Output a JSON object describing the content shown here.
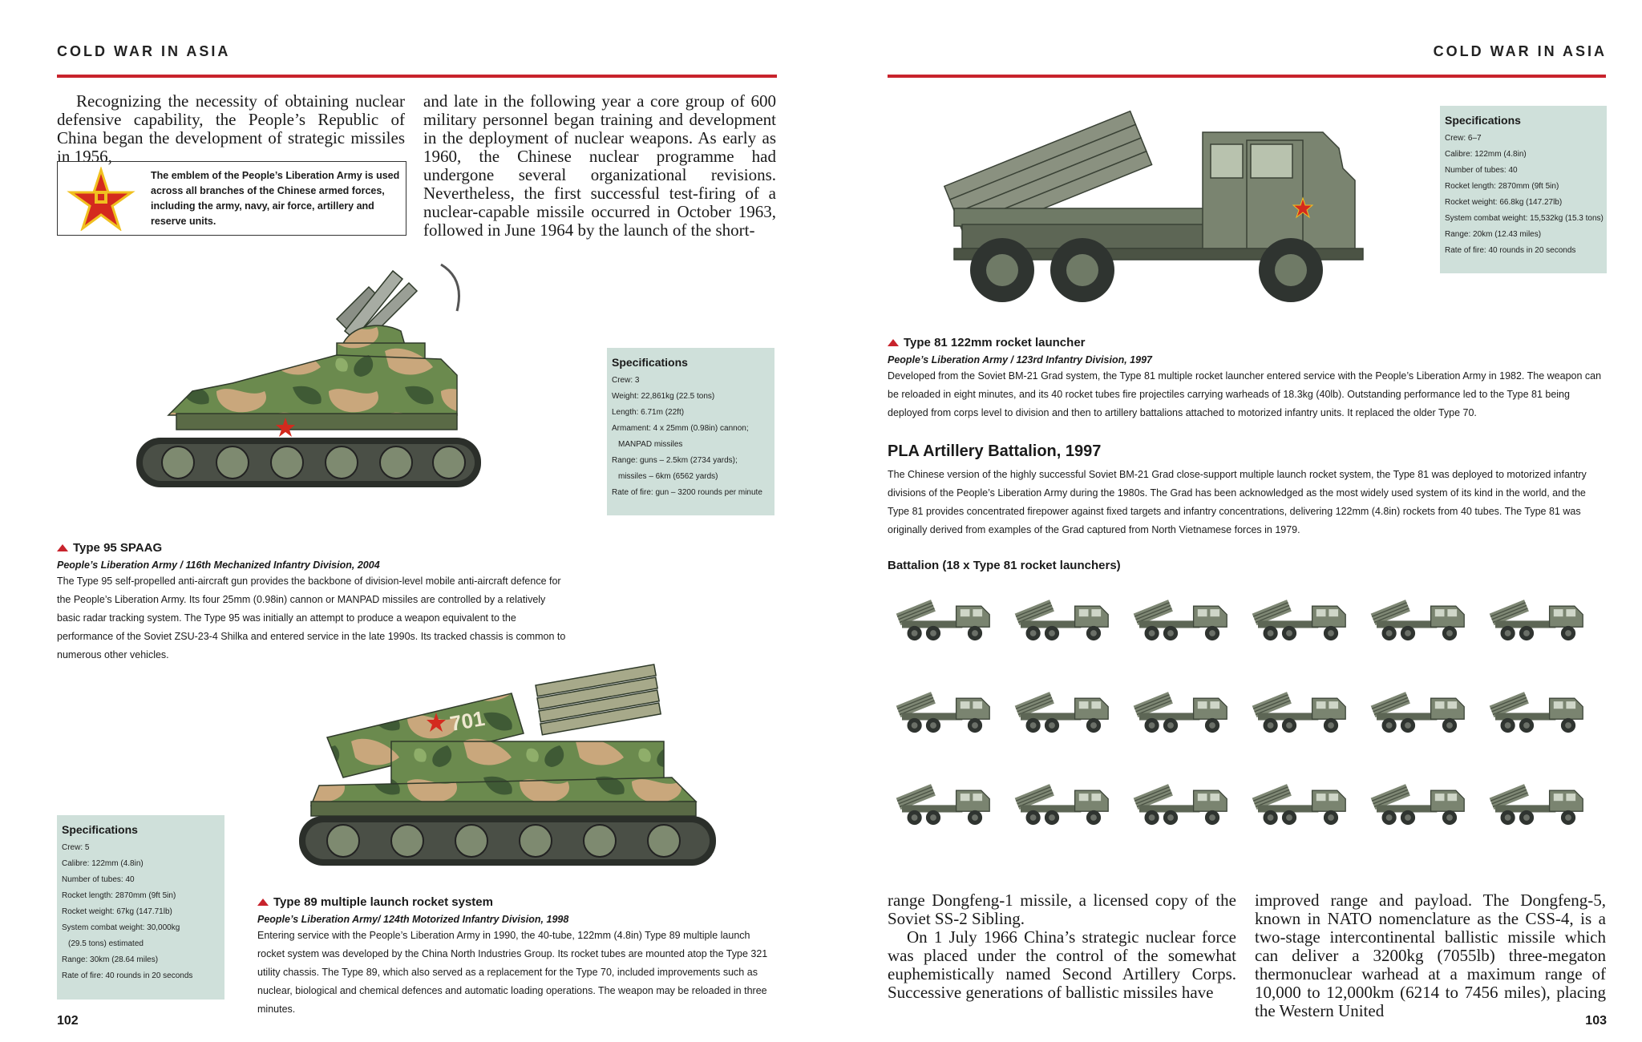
{
  "header": {
    "left_running": "COLD WAR IN ASIA",
    "right_running": "COLD WAR IN ASIA"
  },
  "left_page": {
    "col1_text": "Recognizing the necessity of obtaining nuclear defensive capability, the People’s Republic of China began the development of strategic missiles in 1956,",
    "col2_text": "and late in the following year a core group of 600 military personnel began training and development in the deployment of nuclear weapons. As early as 1960, the Chinese nuclear programme had undergone several organizational revisions. Nevertheless, the first successful test-firing of a nuclear-capable missile occurred in October 1963, followed in June 1964 by the launch of the short-",
    "emblem_caption": "The emblem of the People’s Liberation Army is used across all branches of the Chinese armed forces, including the army, navy, air force, artillery and reserve units.",
    "type95": {
      "title": "Type 95 SPAAG",
      "subtitle": "People’s Liberation Army / 116th Mechanized Infantry Division, 2004",
      "body": "The Type 95 self-propelled anti-aircraft gun provides the backbone of division-level mobile anti-aircraft defence for the People’s Liberation Army. Its four 25mm (0.98in) cannon or MANPAD missiles are controlled by a relatively basic radar tracking system. The Type 95 was initially an attempt to produce a weapon equivalent to the performance of the Soviet ZSU-23-4 Shilka and entered service in the late 1990s. Its tracked chassis is common to numerous other vehicles.",
      "spec_title": "Specifications",
      "specs": [
        "Crew: 3",
        "Weight: 22,861kg (22.5 tons)",
        "Length: 6.71m (22ft)",
        "Armament: 4 x 25mm (0.98in) cannon;",
        "  MANPAD missiles",
        "Range: guns – 2.5km (2734 yards);",
        "  missiles – 6km (6562 yards)",
        "Rate of fire: gun – 3200 rounds per minute"
      ]
    },
    "type89": {
      "title": "Type 89 multiple launch rocket system",
      "subtitle": "People’s Liberation Army/ 124th Motorized Infantry Division, 1998",
      "body": "Entering service with the People’s Liberation Army in 1990, the 40-tube, 122mm (4.8in) Type 89 multiple launch rocket system was developed by the China North Industries Group. Its rocket tubes are mounted atop the Type 321 utility chassis. The Type 89, which also served as a replacement for the Type 70, included improvements such as nuclear, biological and chemical defences and automatic loading operations. The weapon may be reloaded in three minutes.",
      "spec_title": "Specifications",
      "specs": [
        "Crew: 5",
        "Calibre: 122mm (4.8in)",
        "Number of tubes: 40",
        "Rocket length: 2870mm (9ft 5in)",
        "Rocket weight: 67kg (147.71lb)",
        "System combat weight: 30,000kg",
        "  (29.5 tons) estimated",
        "Range: 30km (28.64 miles)",
        "Rate of fire: 40 rounds in 20 seconds"
      ],
      "hull_number": "701"
    },
    "page_number": "102"
  },
  "right_page": {
    "type81": {
      "title": "Type 81 122mm rocket launcher",
      "subtitle": "People’s Liberation Army / 123rd Infantry Division, 1997",
      "body": "Developed from the Soviet BM-21 Grad system, the Type 81 multiple rocket launcher entered service with the People’s Liberation Army in 1982. The weapon can be reloaded in eight minutes, and its 40 rocket tubes fire projectiles carrying warheads of 18.3kg (40lb). Outstanding performance led to the Type 81 being deployed from corps level to division and then to artillery battalions attached to motorized infantry units. It replaced the older Type 70.",
      "spec_title": "Specifications",
      "specs": [
        "Crew: 6–7",
        "Calibre: 122mm (4.8in)",
        "Number of tubes: 40",
        "Rocket length: 2870mm (9ft 5in)",
        "Rocket weight: 66.8kg (147.27lb)",
        "System combat weight: 15,532kg (15.3 tons)",
        "Range: 20km (12.43 miles)",
        "Rate of fire: 40 rounds in 20 seconds"
      ]
    },
    "battalion": {
      "heading": "PLA Artillery Battalion, 1997",
      "body": "The Chinese version of the highly successful Soviet BM-21 Grad close-support multiple launch rocket system, the Type 81 was deployed to motorized infantry divisions of the People’s Liberation Army during the 1980s. The Grad has been acknowledged as the most widely used system of its kind in the world, and the Type 81 provides concentrated firepower against fixed targets and infantry concentrations, delivering 122mm (4.8in) rockets from 40 tubes. The Type 81 was originally derived from examples of the Grad captured from North Vietnamese forces in 1979.",
      "subheading": "Battalion (18 x Type 81 rocket launchers)",
      "vehicle_count": 18
    },
    "col1_p1": "range Dongfeng-1 missile, a licensed copy of the Soviet SS-2 Sibling.",
    "col1_p2": "On 1 July 1966 China’s strategic nuclear force was placed under the control of the somewhat euphemistically named Second Artillery Corps. Successive generations of ballistic missiles have",
    "col2_text": "improved range and payload. The Dongfeng-5, known in NATO nomenclature as the CSS-4, is a two-stage intercontinental ballistic missile which can deliver a 3200kg (7055lb) three-megaton thermonuclear warhead at a maximum range of 10,000 to 12,000km (6214 to 7456 miles), placing the Western United",
    "page_number": "103"
  },
  "colors": {
    "rule": "#c8232c",
    "spec_bg": "#cfe0da",
    "truck_green": "#6f7a66",
    "camo_green": "#6b8a4e",
    "camo_tan": "#c9a77c"
  }
}
